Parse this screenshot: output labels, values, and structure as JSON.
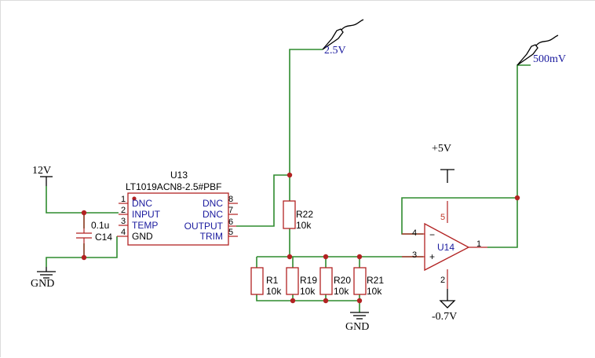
{
  "ports": {
    "v12": "12V",
    "gnd_left": "GND",
    "gnd_mid": "GND",
    "v5": "+5V",
    "vneg": "-0.7V"
  },
  "probes": {
    "probe_2v5": "2.5V",
    "probe_500mv": "500mV"
  },
  "u13": {
    "designator": "U13",
    "part": "LT1019ACN8-2.5#PBF",
    "pins_left": [
      {
        "num": "1",
        "name": "DNC"
      },
      {
        "num": "2",
        "name": "INPUT"
      },
      {
        "num": "3",
        "name": "TEMP"
      },
      {
        "num": "4",
        "name": "GND"
      }
    ],
    "pins_right": [
      {
        "num": "8",
        "name": "DNC"
      },
      {
        "num": "7",
        "name": "DNC"
      },
      {
        "num": "6",
        "name": "OUTPUT"
      },
      {
        "num": "5",
        "name": "TRIM"
      }
    ]
  },
  "c14": {
    "value": "0.1u",
    "designator": "C14"
  },
  "resistors": {
    "r22": {
      "designator": "R22",
      "value": "10k"
    },
    "r1": {
      "designator": "R1",
      "value": "10k"
    },
    "r19": {
      "designator": "R19",
      "value": "10k"
    },
    "r20": {
      "designator": "R20",
      "value": "10k"
    },
    "r21": {
      "designator": "R21",
      "value": "10k"
    }
  },
  "u14": {
    "designator": "U14",
    "minus": "−",
    "plus": "+",
    "pin_in_minus": "4",
    "pin_in_plus": "3",
    "pin_out": "1",
    "pin_vpos": "5",
    "pin_vneg": "2"
  },
  "colors": {
    "wire": "#2e8b2e",
    "component": "#b22222",
    "net_label": "#1a1a9e"
  }
}
